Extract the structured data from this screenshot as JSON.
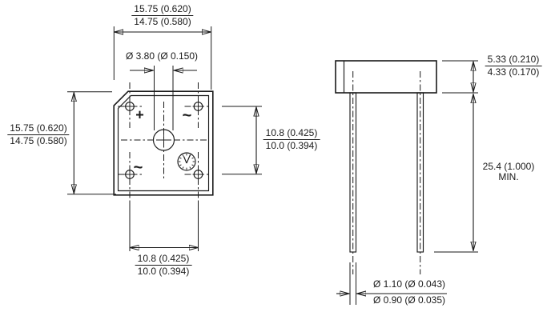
{
  "front_view": {
    "marking": {
      "positive": "+",
      "ac_top": "~",
      "ac_bottom": "~"
    },
    "dim_width": {
      "max": "15.75 (0.620)",
      "min": "14.75 (0.580)"
    },
    "dim_height": {
      "max": "15.75 (0.620)",
      "min": "14.75 (0.580)"
    },
    "dim_hole_diameter": "Ø 3.80 (Ø 0.150)",
    "dim_pin_spacing_vertical": {
      "max": "10.8 (0.425)",
      "min": "10.0 (0.394)"
    },
    "dim_pin_spacing_horizontal": {
      "max": "10.8 (0.425)",
      "min": "10.0 (0.394)"
    }
  },
  "side_view": {
    "dim_body_height": {
      "max": "5.33 (0.210)",
      "min": "4.33 (0.170)"
    },
    "dim_lead_length": {
      "value": "25.4 (1.000)",
      "qualifier": "MIN."
    },
    "dim_lead_diameter": {
      "max": "Ø 1.10 (Ø 0.043)",
      "min": "Ø 0.90 (Ø 0.035)"
    }
  },
  "colors": {
    "line": "#1a1a1a",
    "background": "#ffffff"
  }
}
